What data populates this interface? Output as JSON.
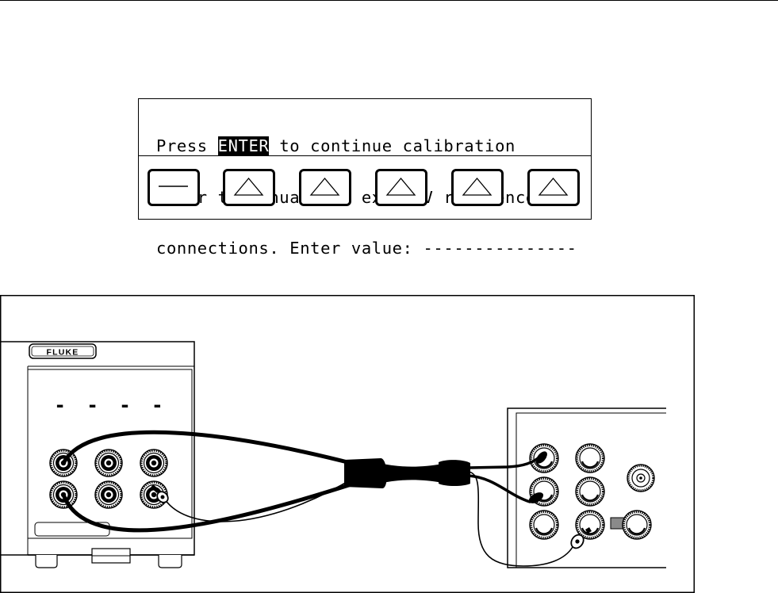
{
  "display": {
    "line1_before": "Press ",
    "line1_highlight": "ENTER",
    "line1_after": " to continue calibration",
    "line2": "Refer to manual for ext dcV reference",
    "line3": "connections. Enter value: ---------------"
  },
  "softkeys": [
    {
      "name": "softkey-1",
      "icon": "dash-icon"
    },
    {
      "name": "softkey-2",
      "icon": "triangle-up-icon"
    },
    {
      "name": "softkey-3",
      "icon": "triangle-up-icon"
    },
    {
      "name": "softkey-4",
      "icon": "triangle-up-icon"
    },
    {
      "name": "softkey-5",
      "icon": "triangle-up-icon"
    },
    {
      "name": "softkey-6",
      "icon": "triangle-up-icon"
    }
  ],
  "calibrator": {
    "brand": "FLUKE",
    "display_digits": "- - - -"
  },
  "colors": {
    "ink": "#000000",
    "paper": "#ffffff",
    "shield": "#8a8a8a"
  }
}
